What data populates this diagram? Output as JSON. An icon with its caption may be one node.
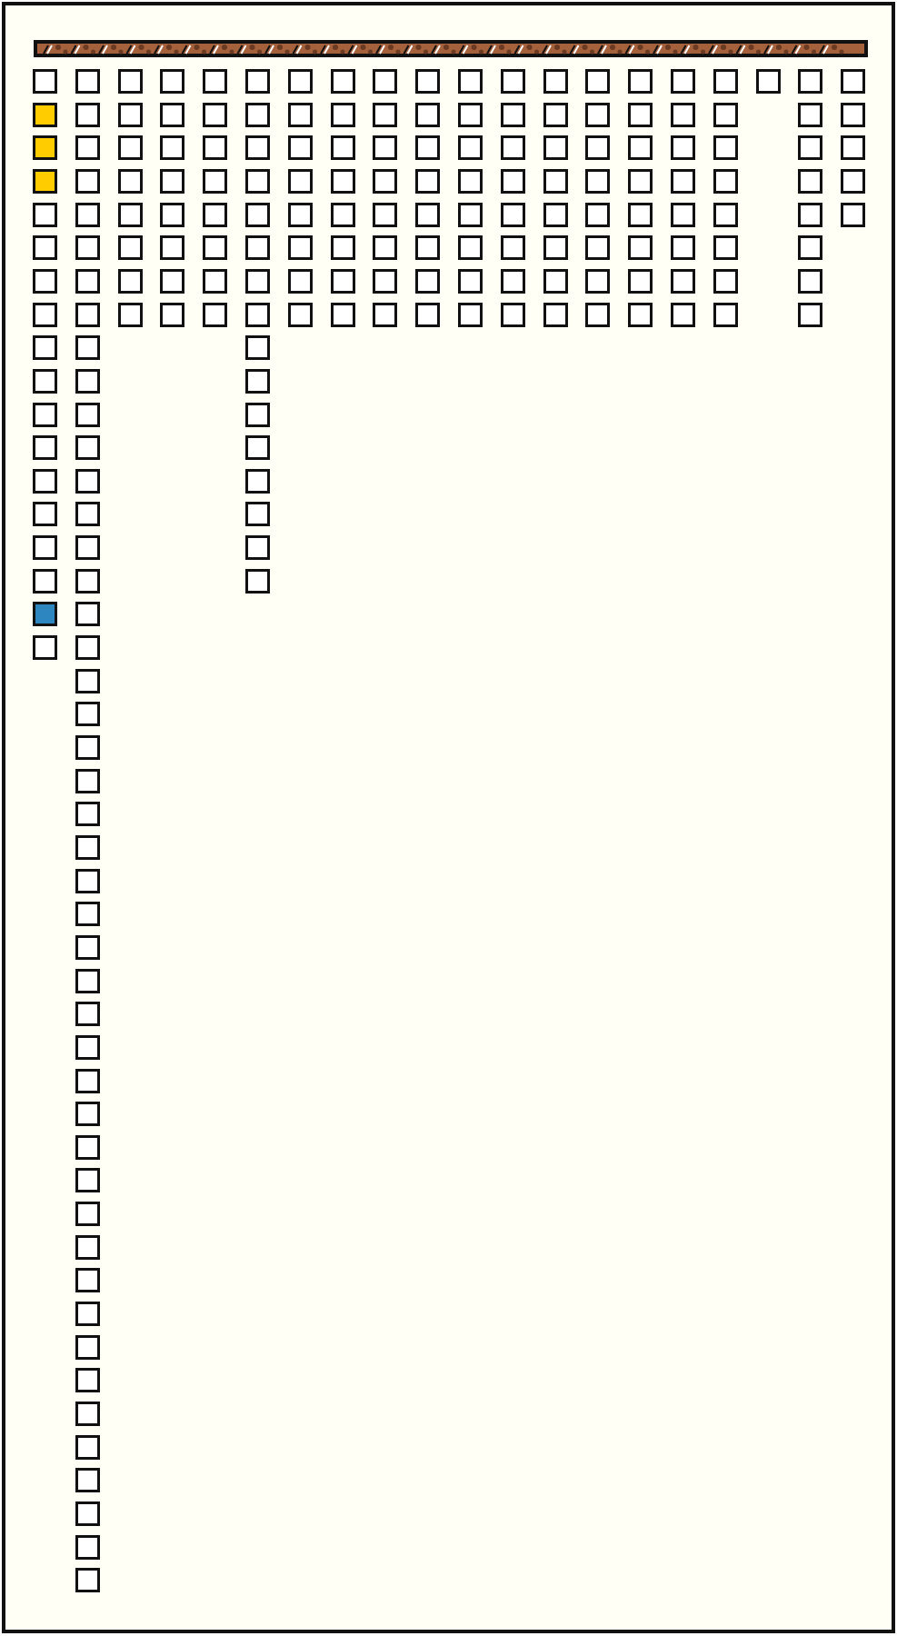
{
  "diagram": {
    "nodes": [
      {
        "text": [],
        "shape": "box"
      },
      {
        "text": [],
        "shape": "box"
      },
      {
        "text": [],
        "shape": "box"
      },
      {
        "text": [],
        "shape": "box"
      },
      {
        "text": [],
        "shape": "box"
      },
      {
        "text": [],
        "shape": "box"
      },
      {
        "text": [],
        "shape": "box"
      },
      {
        "text": [],
        "shape": "box"
      },
      {
        "text": [],
        "shape": "box"
      },
      {
        "text": [],
        "shape": "box"
      },
      {
        "text": [],
        "shape": "box"
      },
      {
        "text": [],
        "shape": "box"
      },
      {
        "text": [],
        "shape": "box"
      },
      {
        "text": [],
        "shape": "box"
      },
      {
        "text": [],
        "shape": "box"
      },
      {
        "text": [],
        "shape": "box"
      },
      {
        "text": [],
        "shape": "box"
      },
      {
        "text": [],
        "shape": "box"
      },
      {
        "text": [],
        "shape": "box"
      },
      {
        "text": [],
        "shape": "box"
      },
      {
        "text": [],
        "shape": "box"
      },
      {
        "text": [],
        "shape": "box"
      },
      {
        "text": [],
        "shape": "box"
      },
      {
        "text": [],
        "shape": "box"
      },
      {
        "text": [],
        "shape": "box"
      },
      {
        "text": [],
        "shape": "box"
      },
      {
        "text": [],
        "shape": "box"
      },
      {
        "text": [],
        "shape": "box"
      },
      {
        "text": [],
        "shape": "box"
      },
      {
        "text": [],
        "shape": "box"
      },
      {
        "text": [],
        "shape": "box"
      },
      {
        "text": [],
        "shape": "box"
      },
      {
        "text": [],
        "shape": "box"
      },
      {
        "text": [],
        "shape": "box"
      },
      {
        "text": [],
        "shape": "box"
      },
      {
        "text": [],
        "shape": "box"
      },
      {
        "text": [],
        "shape": "box"
      },
      {
        "text": [],
        "shape": "box"
      },
      {
        "text": [],
        "shape": "box"
      },
      {
        "text": [],
        "shape": "box"
      },
      {
        "text": [],
        "shape": "box"
      },
      {
        "text": [],
        "shape": "box"
      },
      {
        "text": [],
        "shape": "box"
      },
      {
        "text": [],
        "shape": "box"
      },
      {
        "text": [],
        "shape": "box"
      },
      {
        "text": [],
        "shape": "box"
      },
      {
        "text": [],
        "shape": "box"
      },
      {
        "text": [],
        "shape": "box"
      },
      {
        "text": [],
        "shape": "box"
      },
      {
        "text": [],
        "shape": "box"
      },
      {
        "text": [],
        "shape": "box"
      },
      {
        "text": [],
        "shape": "box"
      },
      {
        "text": [],
        "shape": "box"
      },
      {
        "text": [],
        "shape": "box"
      },
      {
        "text": [],
        "shape": "box"
      },
      {
        "text": [],
        "shape": "box"
      },
      {
        "text": [],
        "shape": "box"
      },
      {
        "text": [],
        "shape": "box"
      },
      {
        "text": [],
        "shape": "box"
      },
      {
        "text": [],
        "shape": "box"
      },
      {
        "text": [],
        "shape": "box"
      },
      {
        "text": [],
        "shape": "box"
      },
      {
        "text": [],
        "shape": "box"
      },
      {
        "text": [],
        "shape": "box"
      },
      {
        "text": [],
        "shape": "box"
      },
      {
        "text": [],
        "shape": "box"
      },
      {
        "text": [],
        "shape": "box"
      },
      {
        "text": [],
        "shape": "box"
      },
      {
        "text": [],
        "shape": "box"
      },
      {
        "text": [],
        "shape": "box"
      },
      {
        "text": [],
        "shape": "box"
      },
      {
        "text": [],
        "shape": "box"
      },
      {
        "text": [],
        "shape": "box"
      },
      {
        "text": [],
        "shape": "box"
      },
      {
        "text": [],
        "shape": "box"
      },
      {
        "text": [],
        "shape": "box"
      },
      {
        "text": [],
        "shape": "box"
      },
      {
        "text": [],
        "shape": "box"
      },
      {
        "text": [],
        "shape": "box"
      },
      {
        "text": [],
        "shape": "box"
      },
      {
        "text": [],
        "shape": "box"
      },
      {
        "text": [],
        "shape": "box"
      },
      {
        "text": [],
        "shape": "box"
      },
      {
        "text": [],
        "shape": "box"
      },
      {
        "text": [],
        "shape": "box"
      },
      {
        "text": [],
        "shape": "box"
      },
      {
        "text": [],
        "shape": "box"
      },
      {
        "text": [],
        "shape": "box"
      },
      {
        "text": [],
        "shape": "box"
      },
      {
        "text": [],
        "shape": "box"
      },
      {
        "text": [],
        "shape": "box"
      },
      {
        "text": [],
        "shape": "box"
      },
      {
        "text": [],
        "shape": "box"
      },
      {
        "text": [],
        "shape": "box"
      },
      {
        "text": [],
        "shape": "box"
      },
      {
        "text": [],
        "shape": "box"
      },
      {
        "text": [],
        "shape": "box"
      },
      {
        "text": [],
        "shape": "box"
      },
      {
        "text": [],
        "shape": "box"
      },
      {
        "text": [],
        "shape": "box"
      },
      {
        "text": [],
        "shape": "box"
      },
      {
        "text": [],
        "shape": "box"
      },
      {
        "text": [],
        "shape": "box"
      },
      {
        "text": [],
        "shape": "box"
      },
      {
        "text": [],
        "shape": "box"
      },
      {
        "text": [],
        "shape": "box"
      },
      {
        "text": [],
        "shape": "box"
      },
      {
        "text": [],
        "shape": "box"
      },
      {
        "text": [],
        "shape": "box"
      },
      {
        "text": [],
        "shape": "box"
      },
      {
        "text": [],
        "shape": "box"
      },
      {
        "text": [],
        "shape": "box"
      },
      {
        "text": [],
        "shape": "box"
      },
      {
        "text": [],
        "shape": "box"
      },
      {
        "text": [],
        "shape": "box"
      },
      {
        "text": [],
        "shape": "box"
      },
      {
        "text": [],
        "shape": "box"
      },
      {
        "text": [],
        "shape": "box"
      },
      {
        "text": [],
        "shape": "box"
      },
      {
        "text": [],
        "shape": "box"
      },
      {
        "text": [],
        "shape": "box"
      },
      {
        "text": [],
        "shape": "box"
      },
      {
        "text": [],
        "shape": "box"
      },
      {
        "text": [],
        "shape": "box"
      },
      {
        "text": [],
        "shape": "box"
      },
      {
        "text": [],
        "shape": "box"
      },
      {
        "text": [],
        "shape": "box"
      },
      {
        "text": [],
        "shape": "box"
      },
      {
        "text": [],
        "shape": "box"
      },
      {
        "text": [],
        "shape": "box"
      },
      {
        "text": [],
        "shape": "box"
      },
      {
        "text": [],
        "shape": "box"
      },
      {
        "text": [],
        "shape": "box"
      },
      {
        "text": [],
        "shape": "box"
      },
      {
        "text": [],
        "shape": "box"
      },
      {
        "text": [],
        "shape": "box"
      },
      {
        "text": [],
        "shape": "box"
      },
      {
        "text": [],
        "shape": "box"
      },
      {
        "text": [],
        "shape": "box"
      },
      {
        "text": [],
        "shape": "box"
      },
      {
        "text": [],
        "shape": "box"
      },
      {
        "text": [],
        "shape": "box"
      },
      {
        "text": [],
        "shape": "box"
      },
      {
        "text": [],
        "shape": "box"
      },
      {
        "text": [],
        "shape": "box"
      },
      {
        "text": [],
        "shape": "box"
      },
      {
        "text": [],
        "shape": "box"
      },
      {
        "text": [],
        "shape": "box"
      },
      {
        "text": [],
        "shape": "box"
      },
      {
        "text": [],
        "shape": "box"
      },
      {
        "text": [],
        "shape": "box"
      },
      {
        "text": [],
        "shape": "box"
      },
      {
        "text": [],
        "shape": "box"
      },
      {
        "text": [],
        "shape": "box"
      },
      {
        "text": [],
        "shape": "box"
      },
      {
        "text": [],
        "shape": "box"
      },
      {
        "text": [],
        "shape": "box"
      },
      {
        "text": [],
        "shape": "box"
      },
      {
        "text": [],
        "shape": "box"
      },
      {
        "text": [],
        "shape": "box"
      },
      {
        "text": [],
        "shape": "box"
      },
      {
        "text": [],
        "shape": "box"
      },
      {
        "text": [],
        "shape": "box"
      },
      {
        "text": [],
        "shape": "box"
      },
      {
        "text": [],
        "shape": "box"
      },
      {
        "text": [],
        "shape": "box"
      },
      {
        "text": [],
        "shape": "box"
      },
      {
        "text": [],
        "shape": "box"
      },
      {
        "text": [],
        "shape": "box"
      },
      {
        "text": [],
        "shape": "box"
      },
      {
        "text": [],
        "shape": "box"
      },
      {
        "text": [],
        "shape": "box"
      },
      {
        "text": [],
        "shape": "box"
      },
      {
        "text": [],
        "shape": "box"
      },
      {
        "text": [],
        "shape": "box"
      },
      {
        "text": [],
        "shape": "box"
      },
      {
        "text": [],
        "shape": "box"
      },
      {
        "text": [],
        "shape": "box"
      },
      {
        "text": [],
        "shape": "box"
      },
      {
        "text": [],
        "shape": "box"
      },
      {
        "text": [],
        "shape": "box"
      },
      {
        "text": [],
        "shape": "box"
      },
      {
        "text": [],
        "shape": "box"
      },
      {
        "text": [],
        "shape": "box"
      },
      {
        "text": [],
        "shape": "box"
      },
      {
        "text": [],
        "shape": "box"
      },
      {
        "text": [],
        "shape": "box"
      },
      {
        "text": [],
        "shape": "box"
      },
      {
        "text": [],
        "shape": "box"
      },
      {
        "text": [],
        "shape": "box"
      },
      {
        "text": [],
        "shape": "box"
      },
      {
        "text": [],
        "shape": "box"
      },
      {
        "text": [],
        "shape": "box"
      },
      {
        "text": [],
        "shape": "box"
      },
      {
        "text": [],
        "shape": "box"
      },
      {
        "text": [],
        "shape": "box"
      },
      {
        "text": [],
        "shape": "box"
      },
      {
        "text": [],
        "shape": "box"
      },
      {
        "text": [],
        "shape": "box"
      },
      {
        "text": [],
        "shape": "box"
      },
      {
        "text": [],
        "shape": "box"
      },
      {
        "text": [],
        "shape": "box"
      },
      {
        "text": [],
        "shape": "box"
      },
      {
        "text": [],
        "shape": "box"
      },
      {
        "text": [],
        "shape": "box"
      },
      {
        "text": [],
        "shape": "box"
      }
    ]
  }
}
